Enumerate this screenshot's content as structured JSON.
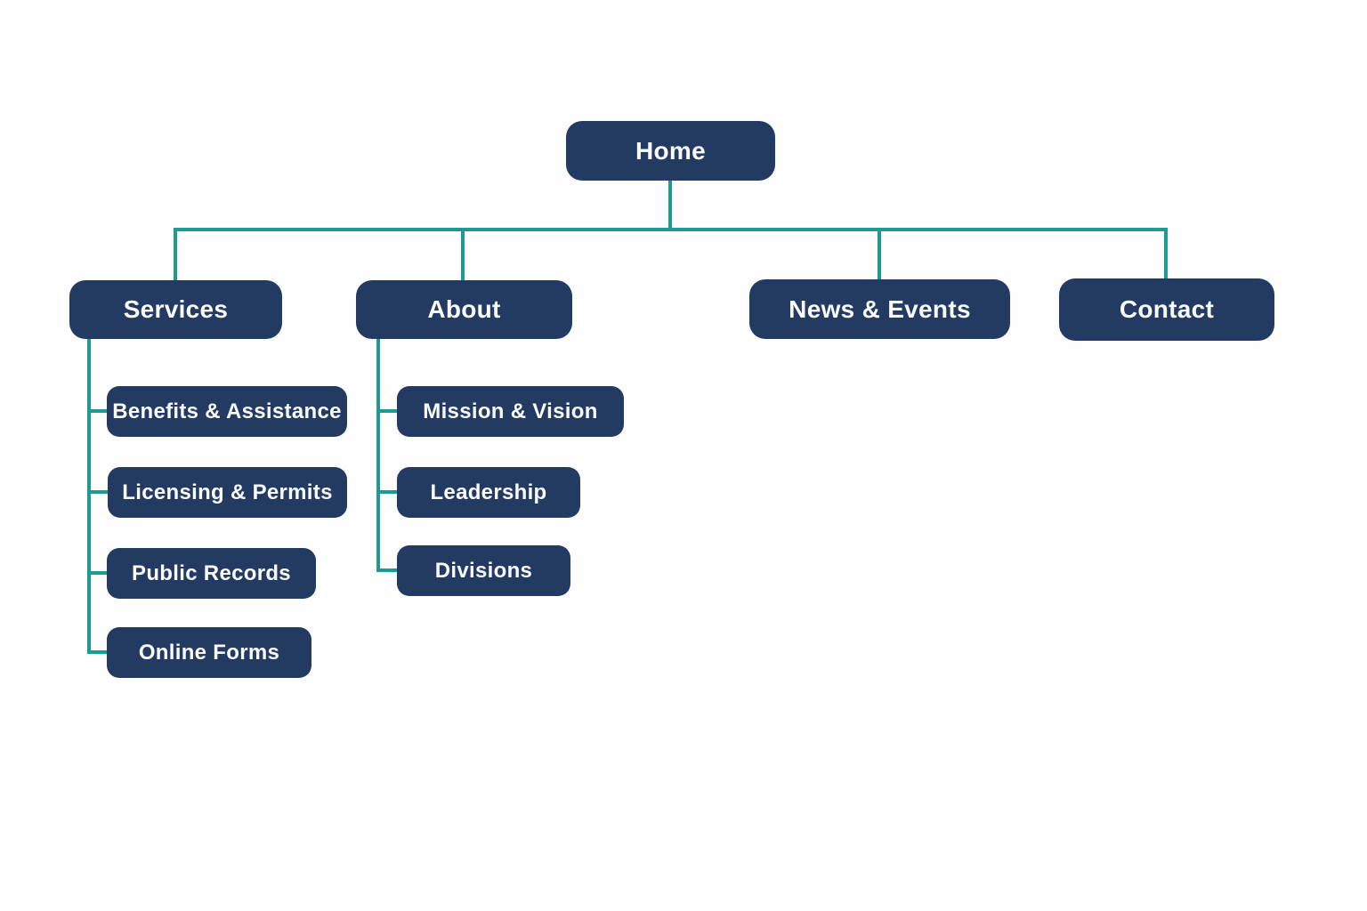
{
  "colors": {
    "node-fill": "#233a62",
    "connector": "#1b9b94",
    "node-text": "#fafbfc",
    "background": "#fefefe"
  },
  "sitemap": {
    "root": {
      "label": "Home"
    },
    "sections": [
      {
        "label": "Services",
        "children": [
          {
            "label": "Benefits & Assistance"
          },
          {
            "label": "Licensing & Permits"
          },
          {
            "label": "Public Records"
          },
          {
            "label": "Online Forms"
          }
        ]
      },
      {
        "label": "About",
        "children": [
          {
            "label": "Mission & Vision"
          },
          {
            "label": "Leadership"
          },
          {
            "label": "Divisions"
          }
        ]
      },
      {
        "label": "News & Events",
        "children": []
      },
      {
        "label": "Contact",
        "children": []
      }
    ]
  }
}
